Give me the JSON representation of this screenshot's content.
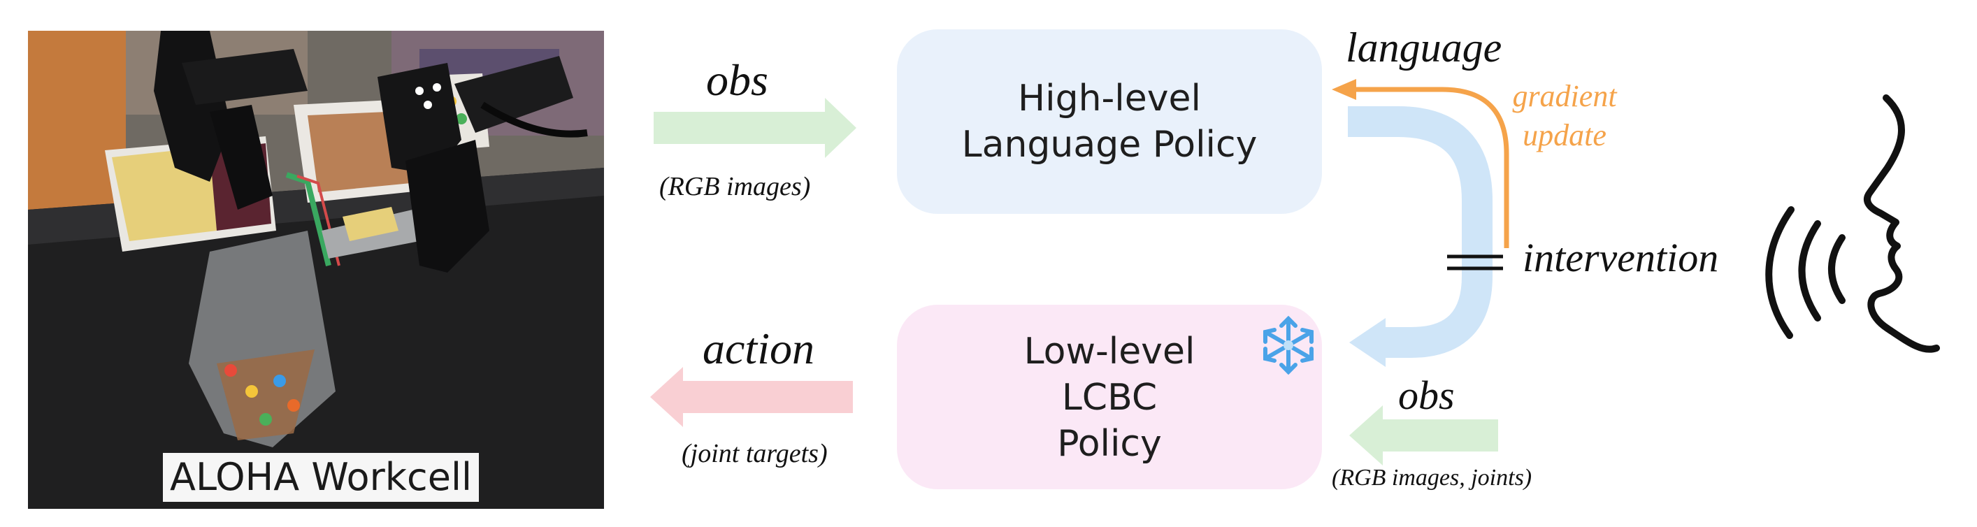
{
  "photo": {
    "caption": "ALOHA Workcell"
  },
  "high_level_box": {
    "line1": "High-level",
    "line2": "Language Policy",
    "color": "#e9f1fb"
  },
  "low_level_box": {
    "line1": "Low-level",
    "line2": "LCBC",
    "line3": "Policy",
    "color": "#fbe8f6",
    "snowflake_icon": "snowflake-icon"
  },
  "labels": {
    "obs_top": "obs",
    "obs_top_sub": "(RGB images)",
    "action": "action",
    "action_sub": "(joint targets)",
    "obs_bottom": "obs",
    "obs_bottom_sub": "(RGB images, joints)",
    "language": "language",
    "gradient": "gradient",
    "update": "update",
    "intervention": "intervention"
  },
  "colors": {
    "obs_arrow": "#d8efd6",
    "action_arrow": "#f9cfd3",
    "language_path": "#cfe5f8",
    "gradient_line": "#f5a34a",
    "text": "#111111"
  },
  "icons": {
    "speaker": "speaking-head-icon",
    "stop": "double-line-stop-icon"
  }
}
